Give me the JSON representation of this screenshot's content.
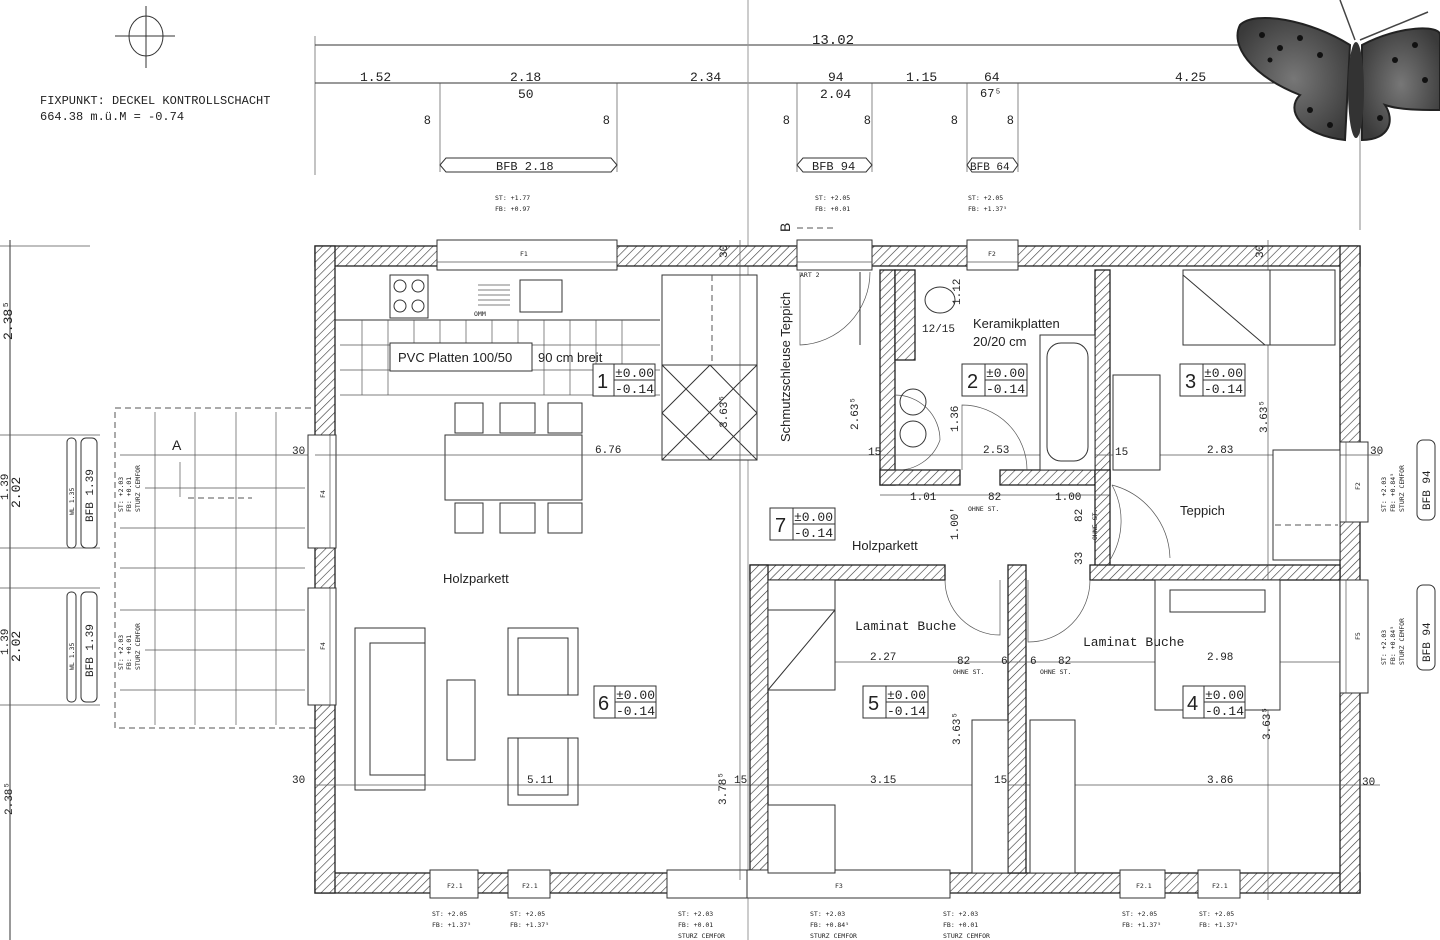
{
  "fixpoint": {
    "line1": "FIXPUNKT: DECKEL KONTROLLSCHACHT",
    "line2": "664.38 m.ü.M = -0.74"
  },
  "dims_top": {
    "total": "13.02",
    "segments": [
      "1.52",
      "2.18",
      "2.34",
      "94",
      "1.15",
      "64",
      "4.25"
    ],
    "sub": [
      "50",
      "2.04",
      "67⁵"
    ],
    "eight": "8"
  },
  "windows_top": [
    "BFB 2.18",
    "BFB 94",
    "BFB 64"
  ],
  "notes_top": [
    {
      "st": "ST: +1.77",
      "fb": "FB: +0.97"
    },
    {
      "st": "ST: +2.05",
      "fb": "FB: +0.01"
    },
    {
      "st": "ST: +2.05",
      "fb": "FB: +1.37⁵"
    }
  ],
  "section": {
    "a": "A",
    "b": "B"
  },
  "rooms": [
    {
      "no": "1",
      "level": "±0.00",
      "floor_level": "-0.14",
      "floor": "PVC Platten 100/50",
      "note": "90 cm breit"
    },
    {
      "no": "2",
      "level": "±0.00",
      "floor_level": "-0.14",
      "floor": "Keramikplatten",
      "note": "20/20 cm"
    },
    {
      "no": "3",
      "level": "±0.00",
      "floor_level": "-0.14",
      "floor": "Teppich"
    },
    {
      "no": "4",
      "level": "±0.00",
      "floor_level": "-0.14",
      "floor": "Laminat Buche"
    },
    {
      "no": "5",
      "level": "±0.00",
      "floor_level": "-0.14",
      "floor": "Laminat Buche"
    },
    {
      "no": "6",
      "level": "±0.00",
      "floor_level": "-0.14",
      "floor": "Holzparkett"
    },
    {
      "no": "7",
      "level": "±0.00",
      "floor_level": "-0.14",
      "floor": "Holzparkett",
      "vestibule": "Schmutzschleuse Teppich"
    }
  ],
  "inner_dims": {
    "d676": "6.76",
    "d511": "5.11",
    "d315": "3.15",
    "d386": "3.86",
    "d227": "2.27",
    "d298": "2.98",
    "d253": "2.53",
    "d283": "2.83",
    "d101": "1.01",
    "d82": "82",
    "d100": "1.00",
    "d100v": "1.00'",
    "d3635": "3.63⁵",
    "d2635": "2.63⁵",
    "d136": "1.36",
    "d3785": "3.78⁵",
    "d1215": "12/15",
    "d112": "1.12",
    "d15": "15",
    "d30": "30",
    "d33": "33",
    "d6": "6",
    "ohne": "OHNE ST.",
    "art": "ART 2",
    "omm": "OMM"
  },
  "left_dims": {
    "d202": "2.02",
    "d139": "1.39",
    "wl": "WL 1.35",
    "bfb": "BFB 1.39",
    "d2385": "2.38⁵",
    "d30": "30"
  },
  "left_notes": [
    {
      "st": "ST: +2.03",
      "fb": "FB: +0.01",
      "sturz": "STURZ CEMFOR"
    },
    {
      "st": "ST: +2.03",
      "fb": "FB: +0.01",
      "sturz": "STURZ CEMFOR"
    }
  ],
  "right_notes": [
    {
      "st": "ST: +2.03",
      "fb": "FB: +0.84⁵",
      "sturz": "STURZ CEMFOR",
      "bfb": "BFB 94"
    },
    {
      "st": "ST: +2.03",
      "fb": "FB: +0.84⁵",
      "sturz": "STURZ CEMFOR",
      "bfb": "BFB 94"
    }
  ],
  "window_tags": {
    "f1": "F1",
    "f2": "F2",
    "f21": "F2.1",
    "f3": "F3",
    "f4": "F4",
    "f5": "F5"
  },
  "notes_bottom": [
    {
      "st": "ST: +2.05",
      "fb": "FB: +1.37⁵"
    },
    {
      "st": "ST: +2.05",
      "fb": "FB: +1.37⁵"
    },
    {
      "st": "ST: +2.03",
      "fb": "FB: +0.01",
      "sturz": "STURZ CEMFOR"
    },
    {
      "st": "ST: +2.03",
      "fb": "FB: +0.84⁵",
      "sturz": "STURZ CEMFOR"
    },
    {
      "st": "ST: +2.03",
      "fb": "FB: +0.01",
      "sturz": "STURZ CEMFOR"
    },
    {
      "st": "ST: +2.05",
      "fb": "FB: +1.37⁵"
    },
    {
      "st": "ST: +2.05",
      "fb": "FB: +1.37⁵"
    }
  ],
  "colors": {
    "ink": "#222222",
    "paper": "#ffffff",
    "hatch": "#333333"
  }
}
